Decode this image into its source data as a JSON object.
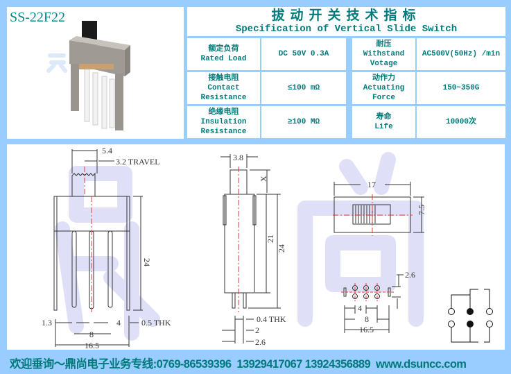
{
  "model": "SS-22F22",
  "watermark": "鼎尚",
  "spec": {
    "title_cn": "拔动开关技术指标",
    "title_en": "Specification of Vertical Slide Switch",
    "rows": [
      {
        "label_cn": "额定负荷",
        "label_en": "Rated Load",
        "value": "DC 50V 0.3A",
        "label2_cn": "耐压",
        "label2_en": "Withstand Votage",
        "value2": "AC500V(50Hz) /min"
      },
      {
        "label_cn": "接触电阻",
        "label_en": "Contact Resistance",
        "value": "≤100 mΩ",
        "label2_cn": "动作力",
        "label2_en": "Actuating Force",
        "value2": "150~350G"
      },
      {
        "label_cn": "绝缘电阻",
        "label_en": "Insulation Resistance",
        "value": "≥100 MΩ",
        "label2_cn": "寿命",
        "label2_en": "Life",
        "value2": "10000次"
      }
    ]
  },
  "dims": {
    "front": {
      "width_top": "5.4",
      "travel": "3.2 TRAVEL",
      "height": "24",
      "pin_offset": "1.3",
      "pitch": "4",
      "thk": "0.5 THK",
      "span": "8",
      "total": "16.5"
    },
    "side": {
      "act_width": "3.8",
      "x": "X",
      "body": "21",
      "height": "24",
      "thk": "0.4 THK",
      "d2": "2",
      "d26": "2.6"
    },
    "top": {
      "length": "17",
      "width": "7.5"
    },
    "pcb": {
      "row": "2.6",
      "pitch": "4",
      "span": "8",
      "total": "16.5"
    }
  },
  "footer": "欢迎垂询～鼎尚电子业务专线:0769-86539396  13929417067 13924356889  www.dsuncc.com"
}
